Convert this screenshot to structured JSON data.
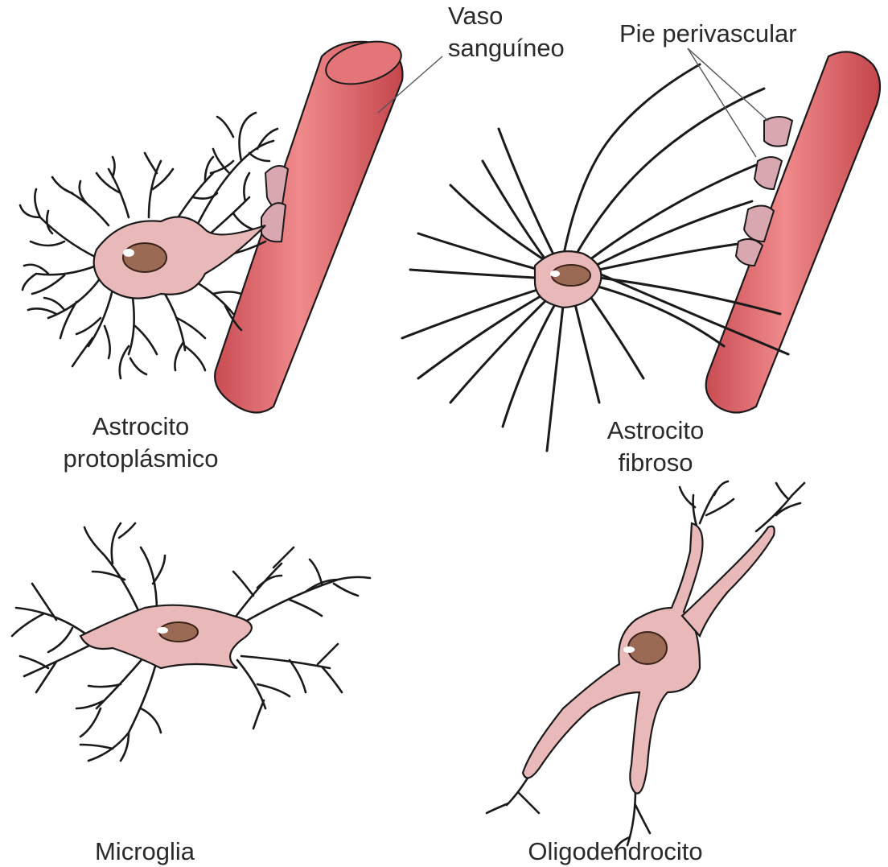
{
  "labels": {
    "vaso_line1": "Vaso",
    "vaso_line2": "sanguíneo",
    "pie": "Pie perivascular",
    "astro_proto_line1": "Astrocito",
    "astro_proto_line2": "protoplásmico",
    "astro_fib_line1": "Astrocito",
    "astro_fib_line2": "fibroso",
    "microglia": "Microglia",
    "oligo": "Oligodendrocito"
  },
  "colors": {
    "vessel": "#e06a6e",
    "vessel_dark": "#b8444a",
    "cell_body": "#e8b9b8",
    "nucleus": "#9a6a55",
    "outline": "#1a1a1a"
  }
}
